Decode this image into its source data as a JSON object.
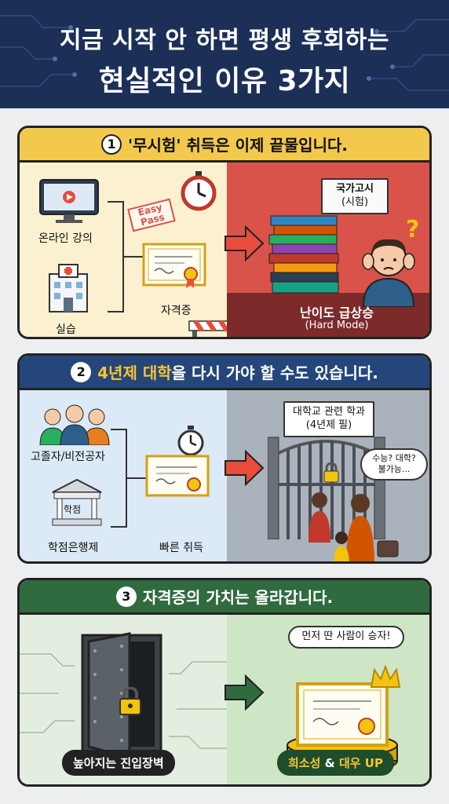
{
  "header": {
    "line1": "지금 시작 안 하면 평생 후회하는",
    "line2": "현실적인 이유 3가지"
  },
  "colors": {
    "header_bg": "#1b2f57",
    "panel1_accent": "#f2c94c",
    "panel2_accent": "#24467a",
    "panel3_accent": "#2f6b3f",
    "warning_red": "#d9534a",
    "gold": "#f7c531"
  },
  "panel1": {
    "number": "1",
    "title": "'무시험' 취득은 이제 끝물입니다.",
    "left": {
      "online_label": "온라인 강의",
      "practice_label": "실습",
      "stamp_line1": "Easy",
      "stamp_line2": "Pass",
      "cert_label": "자격증"
    },
    "right": {
      "exam_line1": "국가고시",
      "exam_line2": "(시험)",
      "question_mark": "?",
      "result_line1": "난이도 급상승",
      "result_line2": "(Hard Mode)"
    },
    "icons": [
      "monitor-icon",
      "hospital-icon",
      "stopwatch-icon",
      "certificate-icon",
      "arrow-right-icon",
      "barrier-icon",
      "book-stack-icon",
      "stressed-person-icon"
    ]
  },
  "panel2": {
    "number": "2",
    "title_highlight": "4년제 대학",
    "title_rest": "을 다시 가야 할 수도 있습니다.",
    "left": {
      "people_label": "고졸자/비전공자",
      "building_text": "학점",
      "bank_label": "학점은행제",
      "cert_label": "빠른 취득"
    },
    "right": {
      "sign_line1": "대학교 관련 학과",
      "sign_line2": "(4년제 필)",
      "thought_line1": "수능? 대학?",
      "thought_line2": "불가능..."
    },
    "icons": [
      "people-icon",
      "bank-building-icon",
      "stopwatch-icon",
      "certificate-icon",
      "arrow-right-icon",
      "gate-icon",
      "lock-icon",
      "family-icon"
    ]
  },
  "panel3": {
    "number": "3",
    "title": "자격증의 가치는 올라갑니다.",
    "left": {
      "barrier_label": "높아지는 진입장벽"
    },
    "right": {
      "speech": "먼저 딴 사람이 승자!",
      "result_prefix": "희소성",
      "result_amp": " & ",
      "result_suffix": "대우 UP"
    },
    "icons": [
      "vault-door-icon",
      "lock-icon",
      "arrow-right-icon",
      "crown-icon",
      "certificate-icon",
      "pedestal-icon"
    ]
  }
}
